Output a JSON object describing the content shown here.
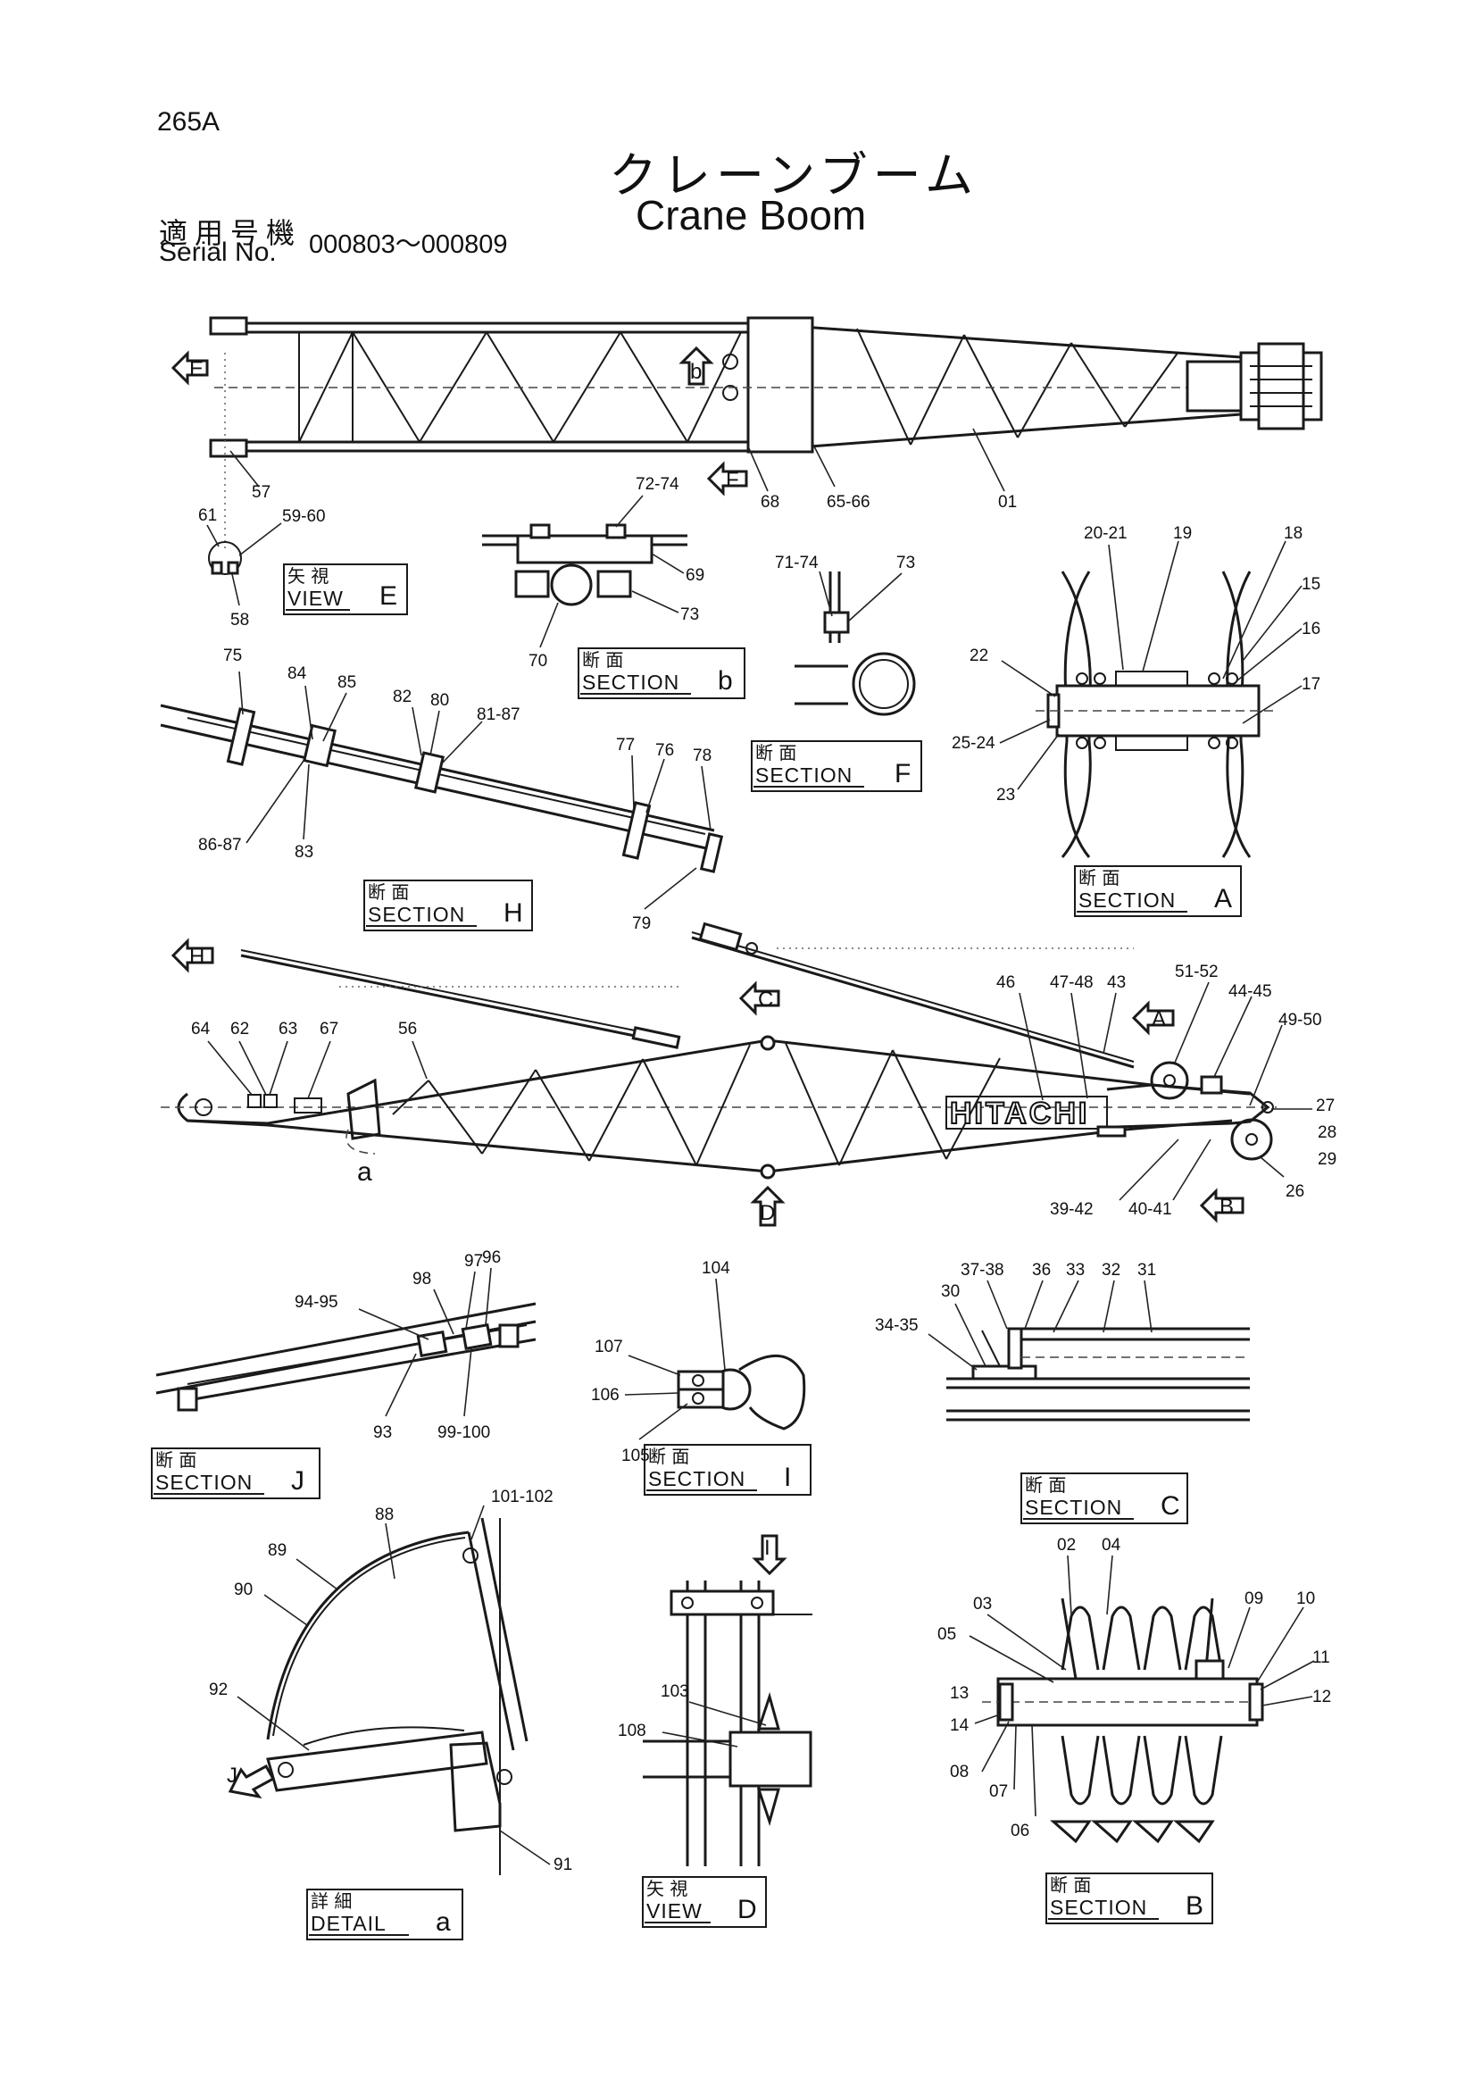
{
  "header": {
    "page_code": "265A",
    "title_jp": "クレーンブーム",
    "title_en": "Crane Boom",
    "serial_jp": "適用号機",
    "serial_en": "Serial No.",
    "serial_range": "000803～000809"
  },
  "views": [
    {
      "id": "view-e",
      "jp": "矢 視",
      "en": "VIEW",
      "letter": "E"
    },
    {
      "id": "section-b-small",
      "jp": "断 面",
      "en": "SECTION",
      "letter": "b"
    },
    {
      "id": "section-f",
      "jp": "断 面",
      "en": "SECTION",
      "letter": "F"
    },
    {
      "id": "section-a",
      "jp": "断 面",
      "en": "SECTION",
      "letter": "A"
    },
    {
      "id": "section-h",
      "jp": "断 面",
      "en": "SECTION",
      "letter": "H"
    },
    {
      "id": "section-j",
      "jp": "断 面",
      "en": "SECTION",
      "letter": "J"
    },
    {
      "id": "section-i",
      "jp": "断 面",
      "en": "SECTION",
      "letter": "I"
    },
    {
      "id": "section-c",
      "jp": "断 面",
      "en": "SECTION",
      "letter": "C"
    },
    {
      "id": "detail-a",
      "jp": "詳 細",
      "en": "DETAIL",
      "letter": "a"
    },
    {
      "id": "view-d",
      "jp": "矢 視",
      "en": "VIEW",
      "letter": "D"
    },
    {
      "id": "section-b",
      "jp": "断 面",
      "en": "SECTION",
      "letter": "B"
    }
  ],
  "arrows": [
    "E",
    "b",
    "F",
    "H",
    "C",
    "A",
    "D",
    "B",
    "I",
    "J"
  ],
  "detail_marker": "a",
  "logo_text": "HITACHI",
  "part_numbers": {
    "top_boom": [
      "57",
      "68",
      "65-66",
      "01"
    ],
    "view_e": [
      "61",
      "59-60",
      "58"
    ],
    "section_b_small": [
      "72-74",
      "69",
      "73",
      "70"
    ],
    "section_f": [
      "71-74",
      "73"
    ],
    "section_a": [
      "20-21",
      "19",
      "18",
      "15",
      "16",
      "17",
      "22",
      "25-24",
      "23"
    ],
    "section_h": [
      "75",
      "84",
      "85",
      "82",
      "80",
      "81-87",
      "77",
      "76",
      "78",
      "86-87",
      "83",
      "79"
    ],
    "main_boom": [
      "64",
      "62",
      "63",
      "67",
      "56",
      "46",
      "47-48",
      "43",
      "51-52",
      "44-45",
      "49-50",
      "27",
      "28",
      "29",
      "26",
      "39-42",
      "40-41"
    ],
    "section_j": [
      "94-95",
      "98",
      "97",
      "96",
      "93",
      "99-100"
    ],
    "section_i": [
      "104",
      "107",
      "106",
      "105"
    ],
    "section_c": [
      "37-38",
      "36",
      "33",
      "32",
      "31",
      "30",
      "34-35"
    ],
    "detail_a": [
      "101-102",
      "88",
      "89",
      "90",
      "92",
      "91"
    ],
    "view_d": [
      "103",
      "108"
    ],
    "section_b": [
      "02",
      "04",
      "03",
      "05",
      "09",
      "10",
      "11",
      "12",
      "13",
      "14",
      "08",
      "07",
      "06"
    ]
  }
}
